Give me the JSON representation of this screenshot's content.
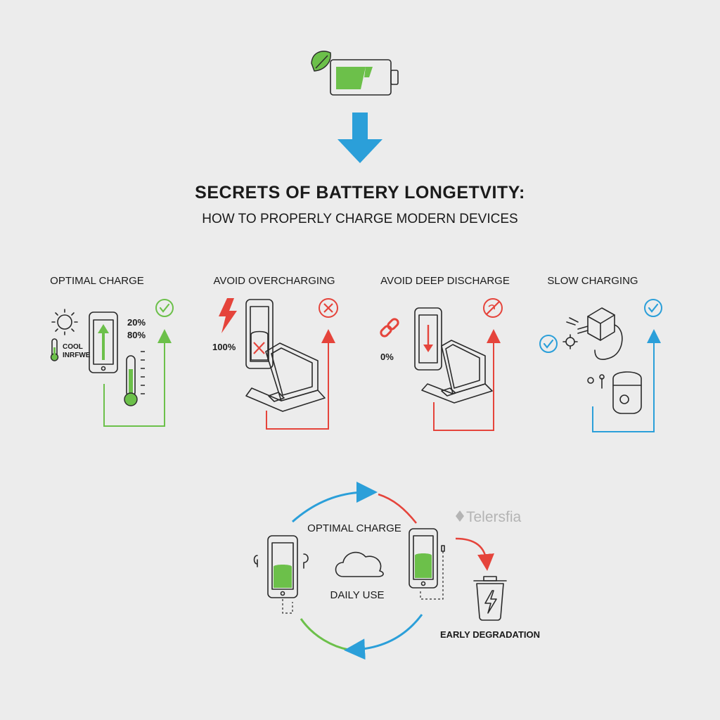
{
  "header": {
    "title": "SECRETS OF BATTERY LONGETVITY:",
    "subtitle": "HOW TO PROPERLY CHARGE MODERN DEVICES"
  },
  "sections": [
    {
      "heading": "OPTIMAL CHARGE",
      "labels": [
        "20%",
        "80%",
        "COOL",
        "INRFWE"
      ],
      "accent": "#6cc04a",
      "icons": [
        "sun-icon",
        "thermometer-icon",
        "phone-icon",
        "check-icon"
      ]
    },
    {
      "heading": "AVOID OVERCHARGING",
      "labels": [
        "100%"
      ],
      "accent": "#e5443b",
      "icons": [
        "lightning-icon",
        "phone-icon",
        "laptop-icon",
        "x-circle-icon"
      ]
    },
    {
      "heading": "AVOID DEEP DISCHARGE",
      "labels": [
        "0%"
      ],
      "accent": "#e5443b",
      "icons": [
        "broken-chain-icon",
        "phone-icon",
        "laptop-icon",
        "no-sign-icon"
      ]
    },
    {
      "heading": "SLOW CHARGING",
      "labels": [],
      "accent": "#2b9fd9",
      "icons": [
        "wall-charger-icon",
        "earbuds-case-icon",
        "check-icon"
      ]
    }
  ],
  "cycle": {
    "top_label": "OPTIMAL CHARGE",
    "center_label": "DAILY USE",
    "degradation_label": "EARLY DEGRADATION",
    "brand": "Telersfia"
  },
  "colors": {
    "green": "#6cc04a",
    "red": "#e5443b",
    "blue": "#2b9fd9",
    "background": "#ececec"
  }
}
